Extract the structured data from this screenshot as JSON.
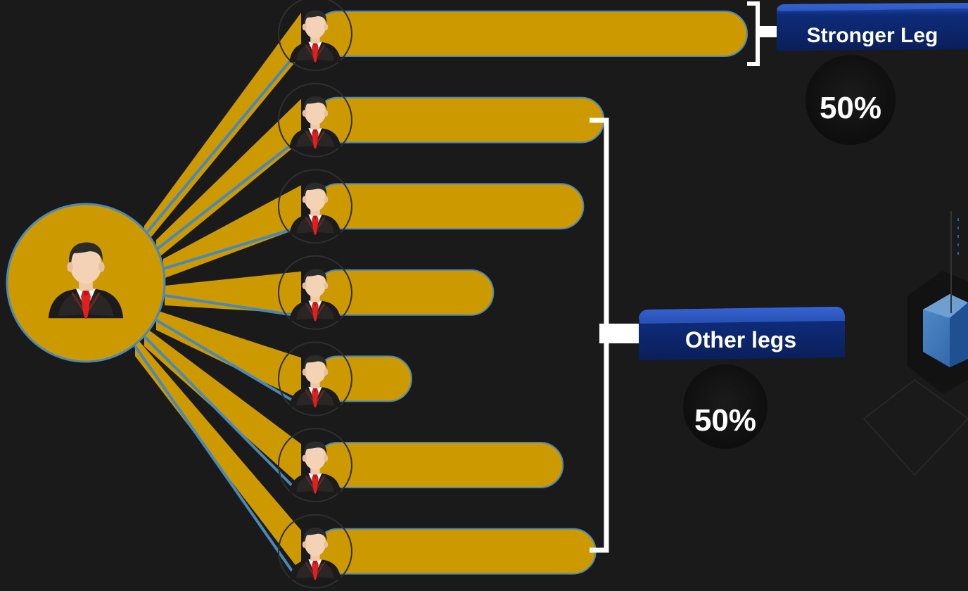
{
  "colors": {
    "background": "#1a1a1a",
    "gold": "#cc9900",
    "bar_border": "#4a88b8",
    "connector_line": "#4a88b8",
    "label_panel": "#0f2c7a",
    "label_panel_edge": "#1e4fb8",
    "bracket": "#ffffff",
    "circle_bg": "#111111",
    "percent_text": "#ffffff"
  },
  "diagram": {
    "root": {
      "icon": "businessman-avatar-icon"
    },
    "legs": [
      {
        "id": "leg-1",
        "group": "stronger",
        "bar_length_ratio": 1.0,
        "icon": "businessman-avatar-icon"
      },
      {
        "id": "leg-2",
        "group": "other",
        "bar_length_ratio": 0.65,
        "icon": "businessman-avatar-icon"
      },
      {
        "id": "leg-3",
        "group": "other",
        "bar_length_ratio": 0.6,
        "icon": "businessman-avatar-icon"
      },
      {
        "id": "leg-4",
        "group": "other",
        "bar_length_ratio": 0.38,
        "icon": "businessman-avatar-icon"
      },
      {
        "id": "leg-5",
        "group": "other",
        "bar_length_ratio": 0.18,
        "icon": "businessman-avatar-icon"
      },
      {
        "id": "leg-6",
        "group": "other",
        "bar_length_ratio": 0.55,
        "icon": "businessman-avatar-icon"
      },
      {
        "id": "leg-7",
        "group": "other",
        "bar_length_ratio": 0.63,
        "icon": "businessman-avatar-icon"
      }
    ],
    "groups": {
      "stronger": {
        "label": "Stronger Leg",
        "percent": "50%"
      },
      "other": {
        "label": "Other legs",
        "percent": "50%"
      }
    },
    "decoration": {
      "icon": "isometric-cube-icon"
    }
  }
}
